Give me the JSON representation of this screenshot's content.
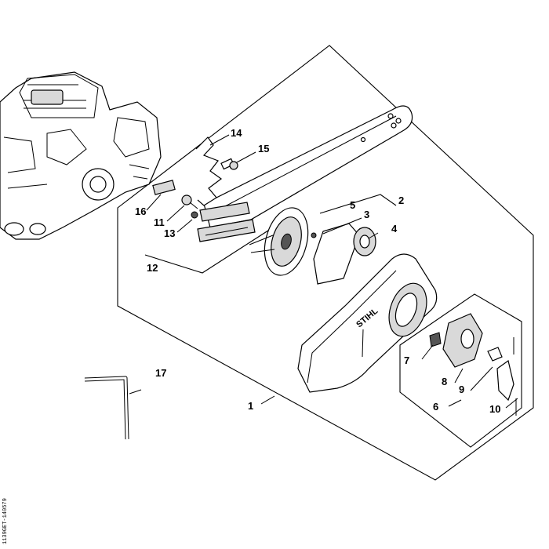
{
  "callouts": {
    "c1": "1",
    "c2": "2",
    "c3": "3",
    "c4": "4",
    "c5": "5",
    "c6": "6",
    "c7": "7",
    "c8": "8",
    "c9": "9",
    "c10": "10",
    "c11": "11",
    "c12": "12",
    "c13": "13",
    "c14": "14",
    "c15": "15",
    "c16": "16",
    "c17": "17"
  },
  "cover_brand": "STIHL",
  "doc_id": "1139GET-140579"
}
